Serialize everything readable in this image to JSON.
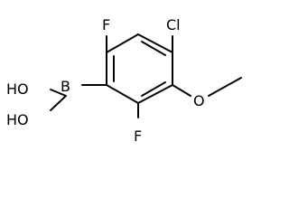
{
  "molecule": {
    "atoms": {
      "fluorine_top": "F",
      "chlorine": "Cl",
      "boron": "B",
      "hydroxyl_top": "HO",
      "hydroxyl_bottom": "HO",
      "fluorine_bottom": "F",
      "methoxy_oxygen": "O"
    }
  }
}
